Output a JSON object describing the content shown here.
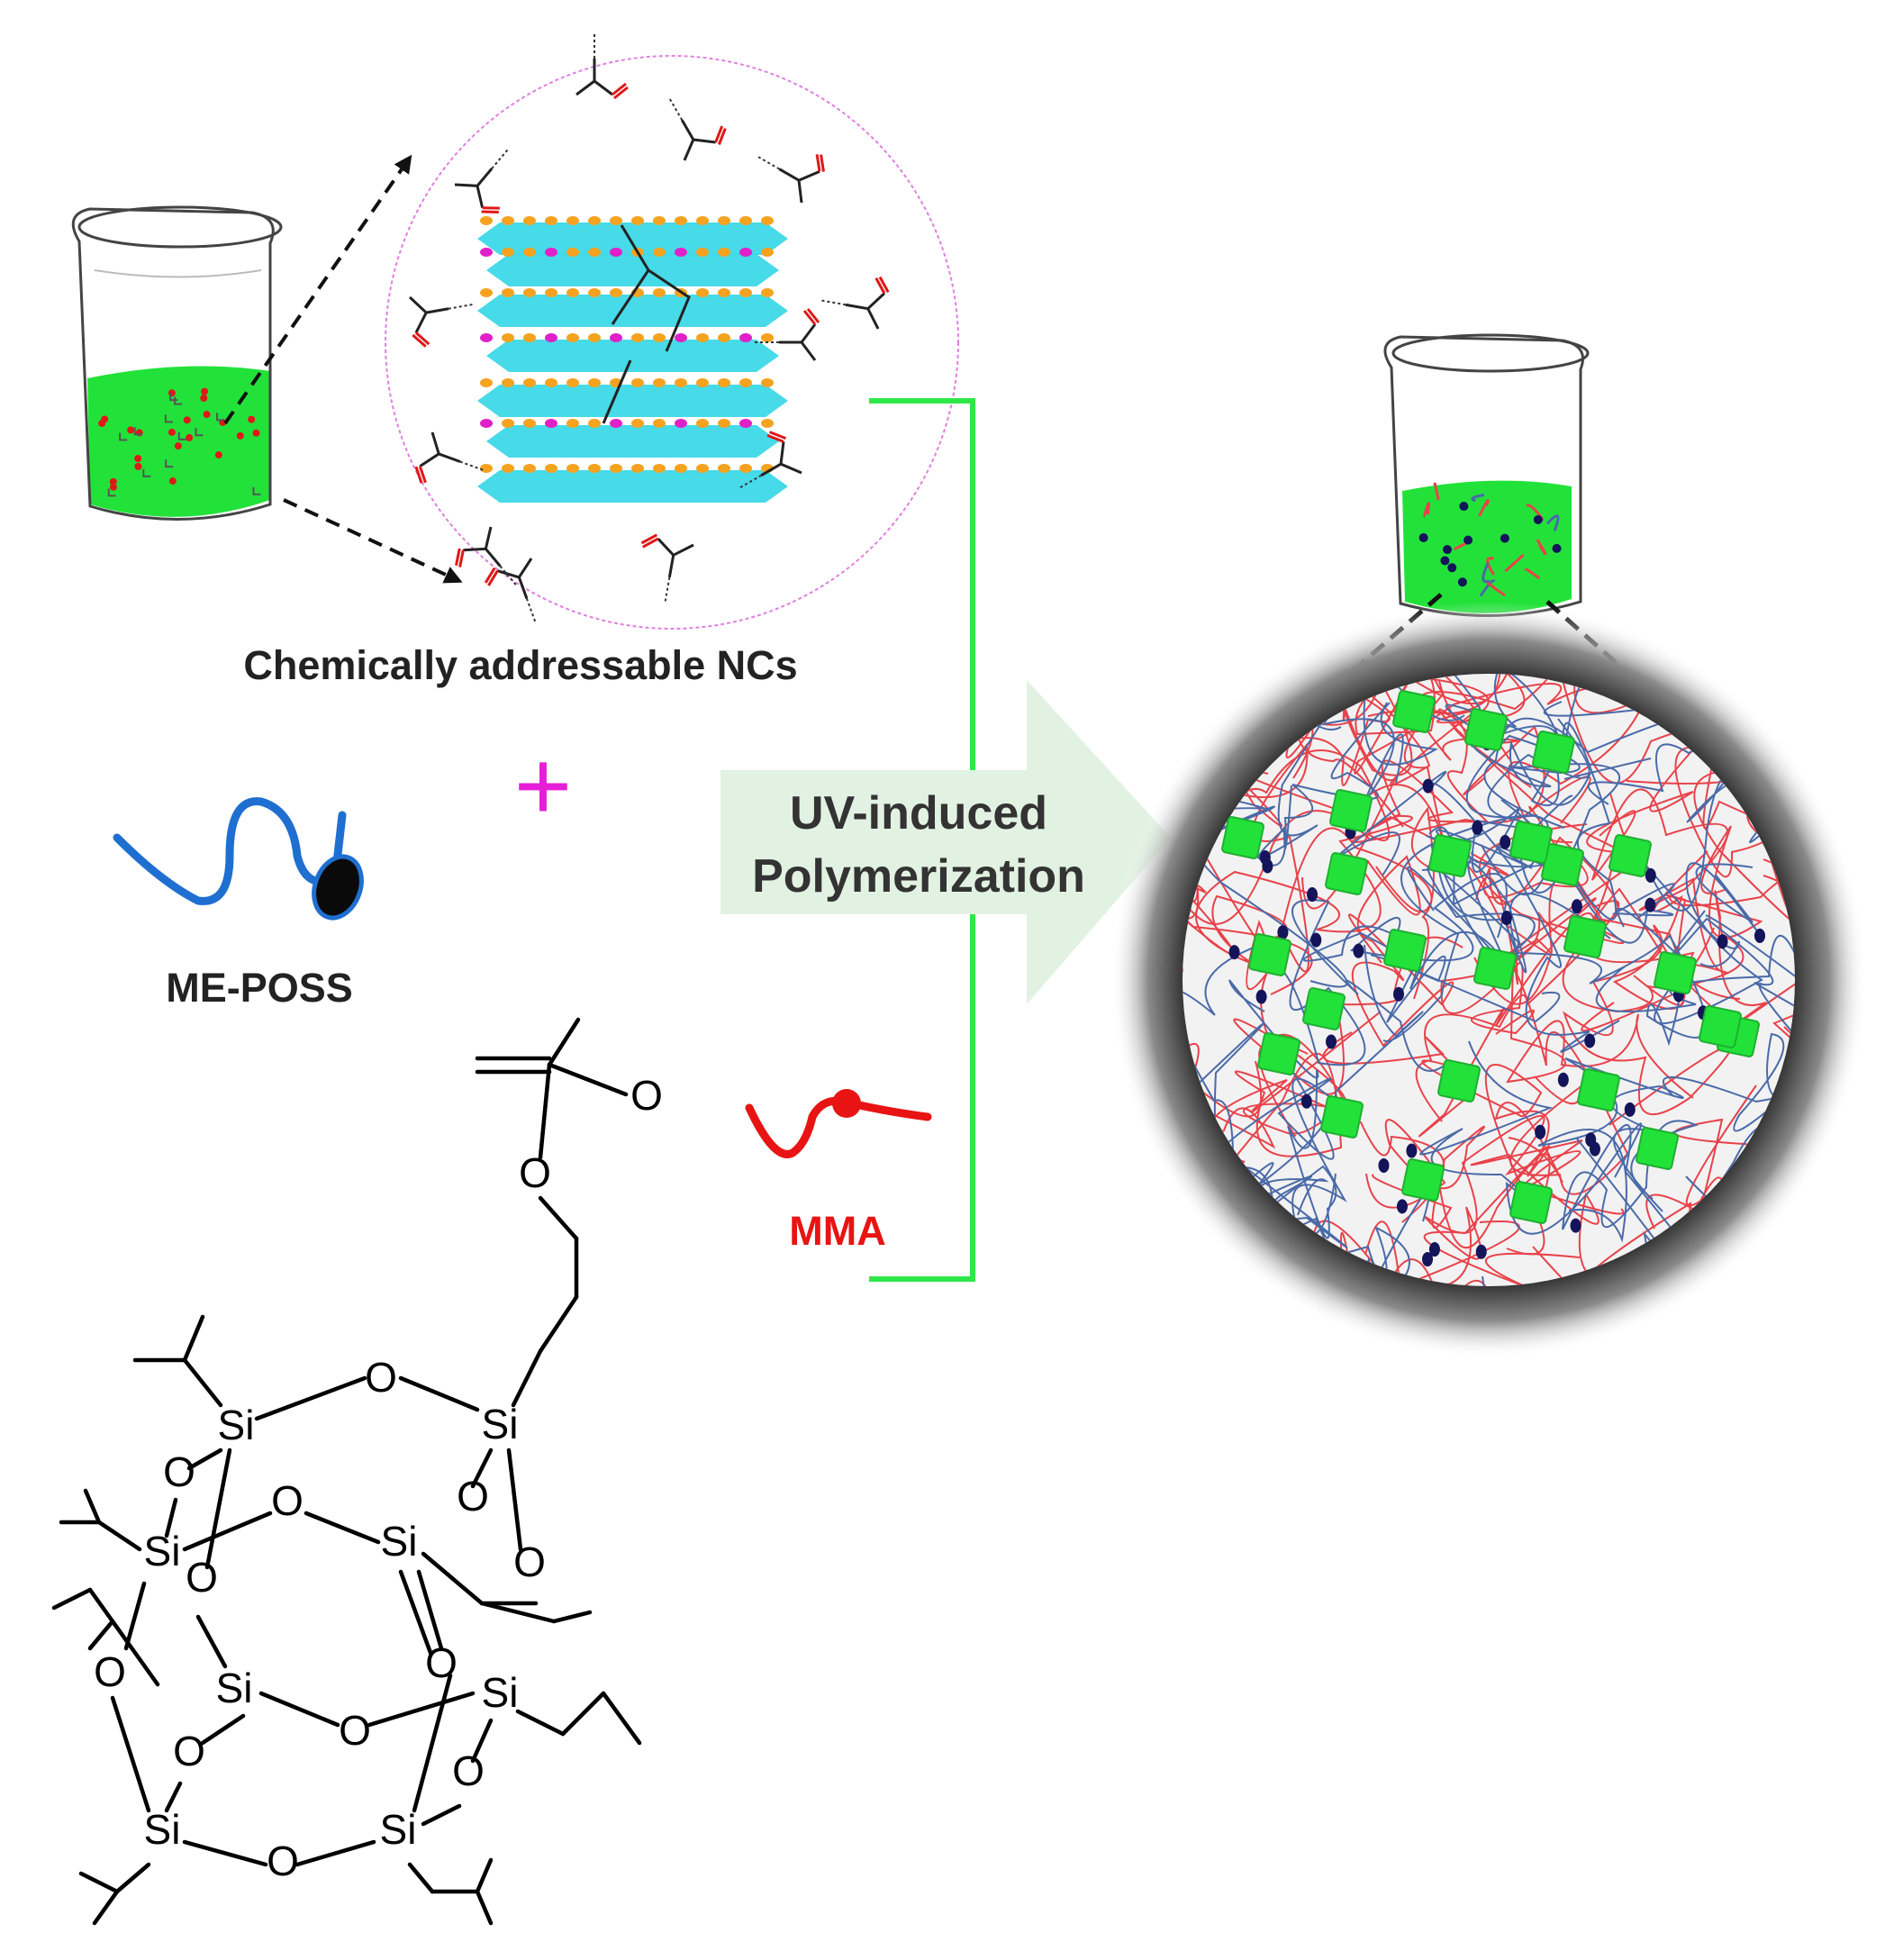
{
  "labels": {
    "nc_caption": "Chemically addressable NCs",
    "plus_sign": "+",
    "me_poss": "ME-POSS",
    "mma": "MMA",
    "arrow_line1": "UV-induced",
    "arrow_line2": "Polymerization"
  },
  "structure_atoms": {
    "carbonyl_o": "O",
    "ester_o": "O",
    "si": "Si",
    "o": "O"
  },
  "colors": {
    "solution_green": "#22e23a",
    "crystal_cyan": "#33d6e6",
    "bead_orange": "#f5a21f",
    "bead_magenta": "#e020c8",
    "carbonyl_red": "#e01818",
    "bracket_green": "#2ee84a",
    "arrow_fill": "#e2f2e2",
    "plus_magenta": "#e61ed8",
    "chain_blue": "#1e6fd0",
    "mma_red": "#e81414",
    "network_red": "#e8424a",
    "network_blue": "#4a6aa8",
    "node_navy": "#14145a",
    "text_dark": "#222222"
  }
}
